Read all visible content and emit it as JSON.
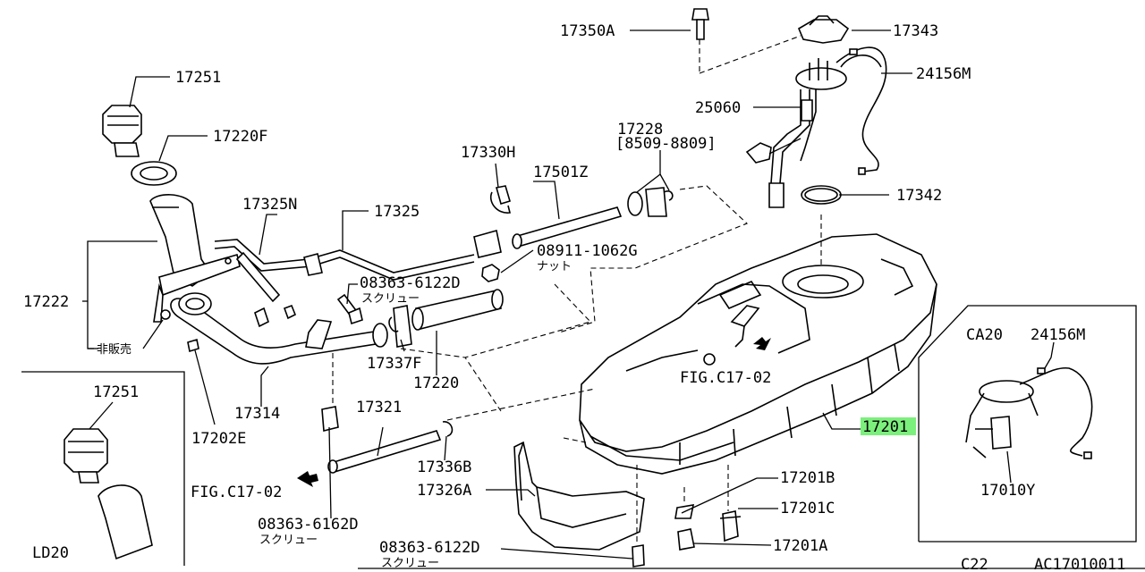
{
  "diagram": {
    "labels": {
      "p17350A": "17350A",
      "p17343": "17343",
      "p24156M": "24156M",
      "p25060": "25060",
      "p17251": "17251",
      "p17220F": "17220F",
      "p17228": "17228",
      "p17228_range": "[8509-8809]",
      "p17330H": "17330H",
      "p17501Z": "17501Z",
      "p17325N": "17325N",
      "p17325": "17325",
      "p17342": "17342",
      "p08911": "08911-1062G",
      "p08911_jp": "ナット",
      "p17222": "17222",
      "p08363a": "08363-6122D",
      "p08363a_jp": "スクリュー",
      "hihanbai": "非販売",
      "p17337F": "17337F",
      "p17220": "17220",
      "fig_c17_a": "FIG.C17-02",
      "p17201": "17201",
      "p17314": "17314",
      "p17202E": "17202E",
      "p17321": "17321",
      "p17336B": "17336B",
      "p17326A": "17326A",
      "fig_c17_b": "FIG.C17-02",
      "p08363b": "08363-6162D",
      "p08363b_jp": "スクリュー",
      "p17201B": "17201B",
      "p17201C": "17201C",
      "p17201A": "17201A",
      "p08363c": "08363-6122D",
      "p08363c_jp": "スクリュー",
      "inset_ld20_17251": "17251",
      "inset_ld20": "LD20",
      "inset_ca20": "CA20",
      "inset_ca20_24156M": "24156M",
      "inset_ca20_17010Y": "17010Y",
      "footer_model": "C22",
      "footer_code": "AC17010011"
    },
    "highlight_color": "#7cf07c"
  }
}
